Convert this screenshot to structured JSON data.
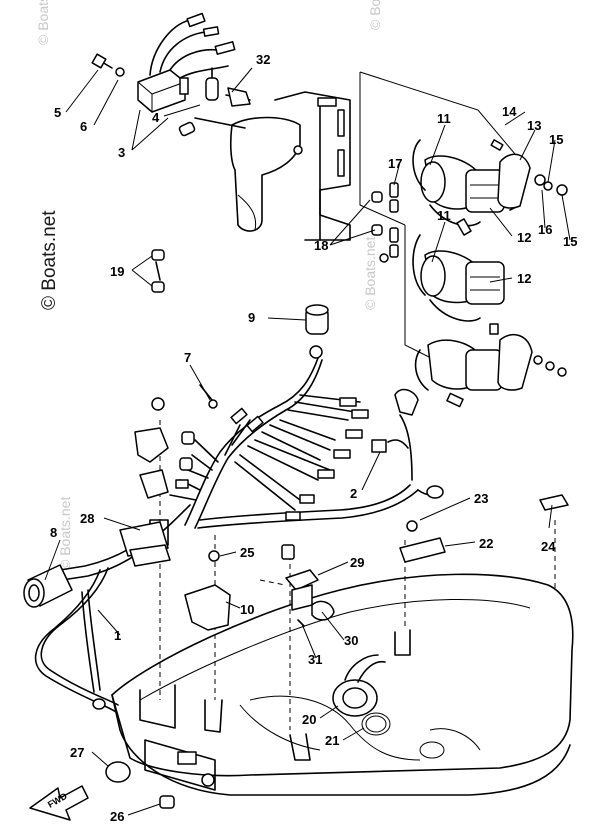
{
  "watermarks": {
    "side": "© Boats.net",
    "faint": "© Boats.net"
  },
  "fwd_label": "FWD",
  "callouts": [
    "1",
    "2",
    "3",
    "4",
    "5",
    "6",
    "7",
    "8",
    "9",
    "10",
    "11",
    "11",
    "12",
    "12",
    "13",
    "14",
    "15",
    "15",
    "16",
    "17",
    "18",
    "19",
    "20",
    "21",
    "22",
    "23",
    "24",
    "25",
    "26",
    "27",
    "28",
    "29",
    "30",
    "31",
    "32"
  ]
}
